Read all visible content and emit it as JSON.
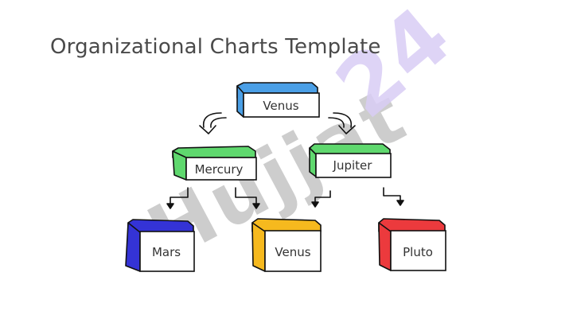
{
  "title": "Organizational Charts Template",
  "watermark": {
    "text": "Hujjat24",
    "color_gray": "#bdbdbd",
    "color_purple": "#d9cdf5"
  },
  "nodes": {
    "top": {
      "label": "Venus",
      "color": "#4a9fe6"
    },
    "mercury": {
      "label": "Mercury",
      "color": "#5fd86e"
    },
    "jupiter": {
      "label": "Jupiter",
      "color": "#5fd86e"
    },
    "mars": {
      "label": "Mars",
      "color": "#3433d6"
    },
    "venus2": {
      "label": "Venus",
      "color": "#f6b91e"
    },
    "pluto": {
      "label": "Pluto",
      "color": "#ec3a3d"
    }
  }
}
